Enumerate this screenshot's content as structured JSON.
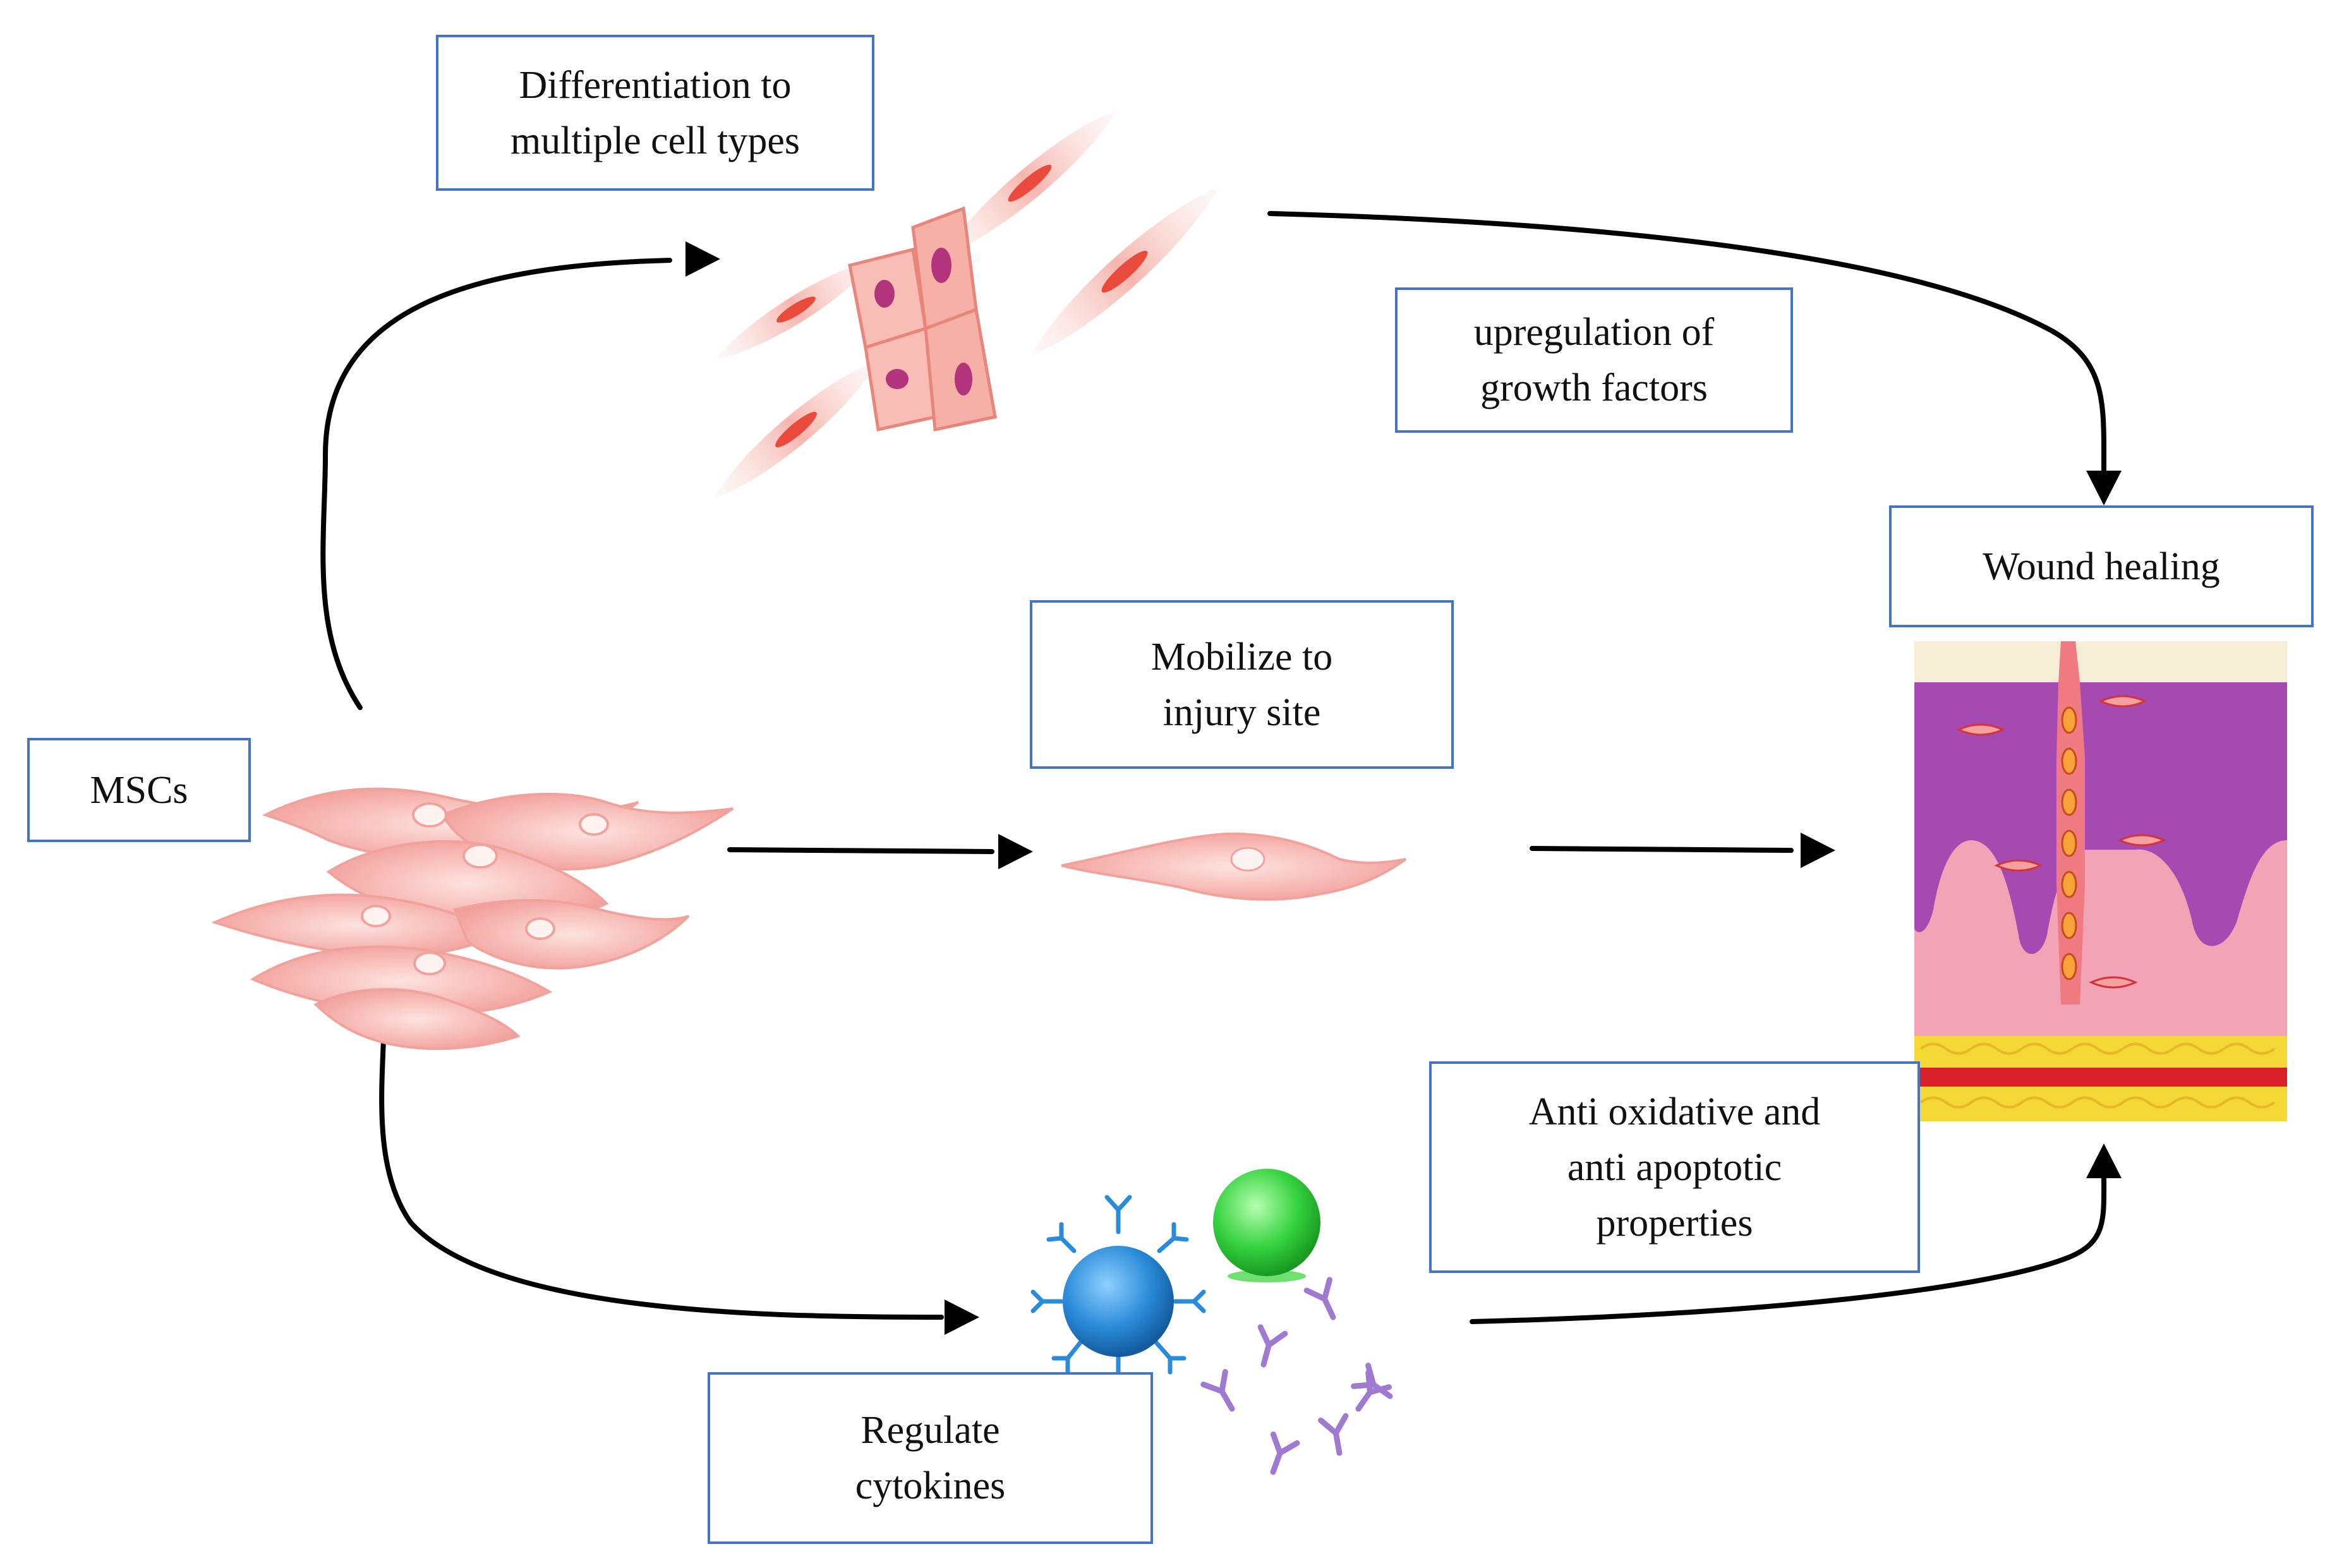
{
  "boxes": {
    "differentiation": {
      "lines": [
        "Differentiation to",
        "multiple cell types"
      ]
    },
    "upregulation": {
      "lines": [
        "upregulation of",
        "growth factors"
      ]
    },
    "wound_healing": {
      "lines": [
        "Wound healing"
      ]
    },
    "mobilize": {
      "lines": [
        "Mobilize to",
        "injury site"
      ]
    },
    "mscs": {
      "lines": [
        "MSCs"
      ]
    },
    "anti_oxidative": {
      "lines": [
        "Anti oxidative and",
        "anti apoptotic",
        "properties"
      ]
    },
    "regulate": {
      "lines": [
        "Regulate",
        "cytokines"
      ]
    }
  },
  "colors": {
    "box_border": "#4472c4",
    "arrow": "#000000",
    "cell_fill": "#f7c4c0",
    "cell_nucleus": "#c0306a",
    "dermis_purple": "#a64ab2",
    "skin_pink": "#f3a3b6",
    "fat_yellow": "#f4d936",
    "vessel_red": "#d9202a",
    "blue_cell": "#2a8bd8",
    "green_cell": "#35d23f",
    "antibody": "#a07ad0"
  }
}
